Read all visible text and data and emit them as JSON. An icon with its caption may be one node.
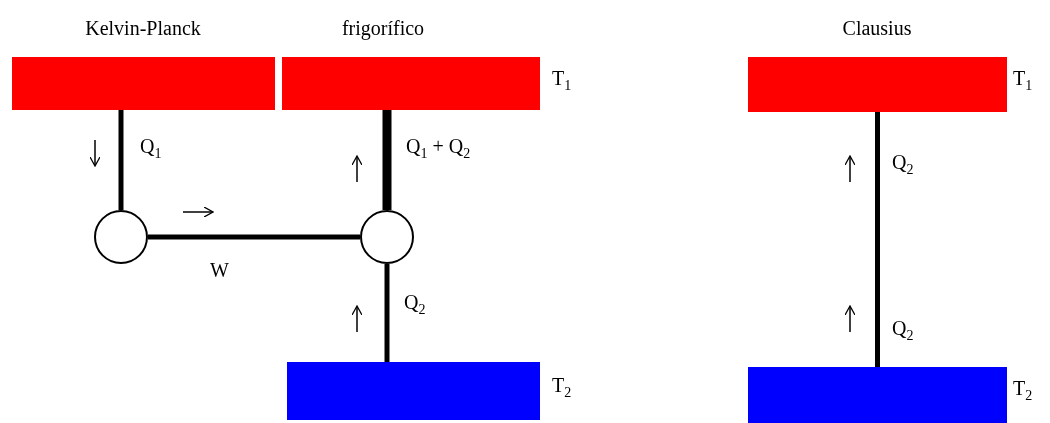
{
  "diagram": {
    "nodes": [
      {
        "text": [],
        "shape": "box",
        "beside": [
          "Kelvin-Planck"
        ]
      },
      {
        "text": [],
        "shape": "box",
        "beside": [
          "frigorífico",
          "T$_{1}$"
        ]
      },
      {
        "text": [],
        "shape": "circle"
      },
      {
        "text": [],
        "shape": "circle"
      },
      {
        "text": [],
        "shape": "box",
        "beside": [
          "T$_{2}$"
        ]
      },
      {
        "text": [],
        "shape": "box",
        "beside": [
          "Clausius",
          "T$_{1}$"
        ]
      },
      {
        "text": [],
        "shape": "box",
        "beside": [
          "T$_{2}$"
        ]
      }
    ],
    "edges": [
      {
        "from": 0,
        "to": 2,
        "arrow": "none",
        "label": "Q$_{1}$"
      },
      {
        "from": 2,
        "to": 3,
        "arrow": "none",
        "label": "W"
      },
      {
        "from": 4,
        "to": 3,
        "arrow": "none",
        "label": "Q$_{2}$"
      },
      {
        "from": 3,
        "to": 1,
        "arrow": "none",
        "style": "thick",
        "label": "Q$_{1}$ + Q$_{2}$"
      },
      {
        "from": 6,
        "to": 5,
        "arrow": "none",
        "label": "Q$_{2}$"
      }
    ],
    "labels": [
      "Q$_{2}$"
    ]
  }
}
